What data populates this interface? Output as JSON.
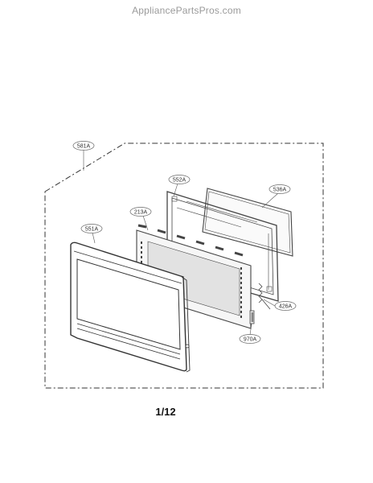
{
  "watermark": "AppliancePartsPros.com",
  "page_number": "1/12",
  "callouts": {
    "assembly": "581A",
    "frame": "552A",
    "window": "536A",
    "choke": "213A",
    "door": "551A",
    "spring": "426A",
    "latch": "970A"
  }
}
